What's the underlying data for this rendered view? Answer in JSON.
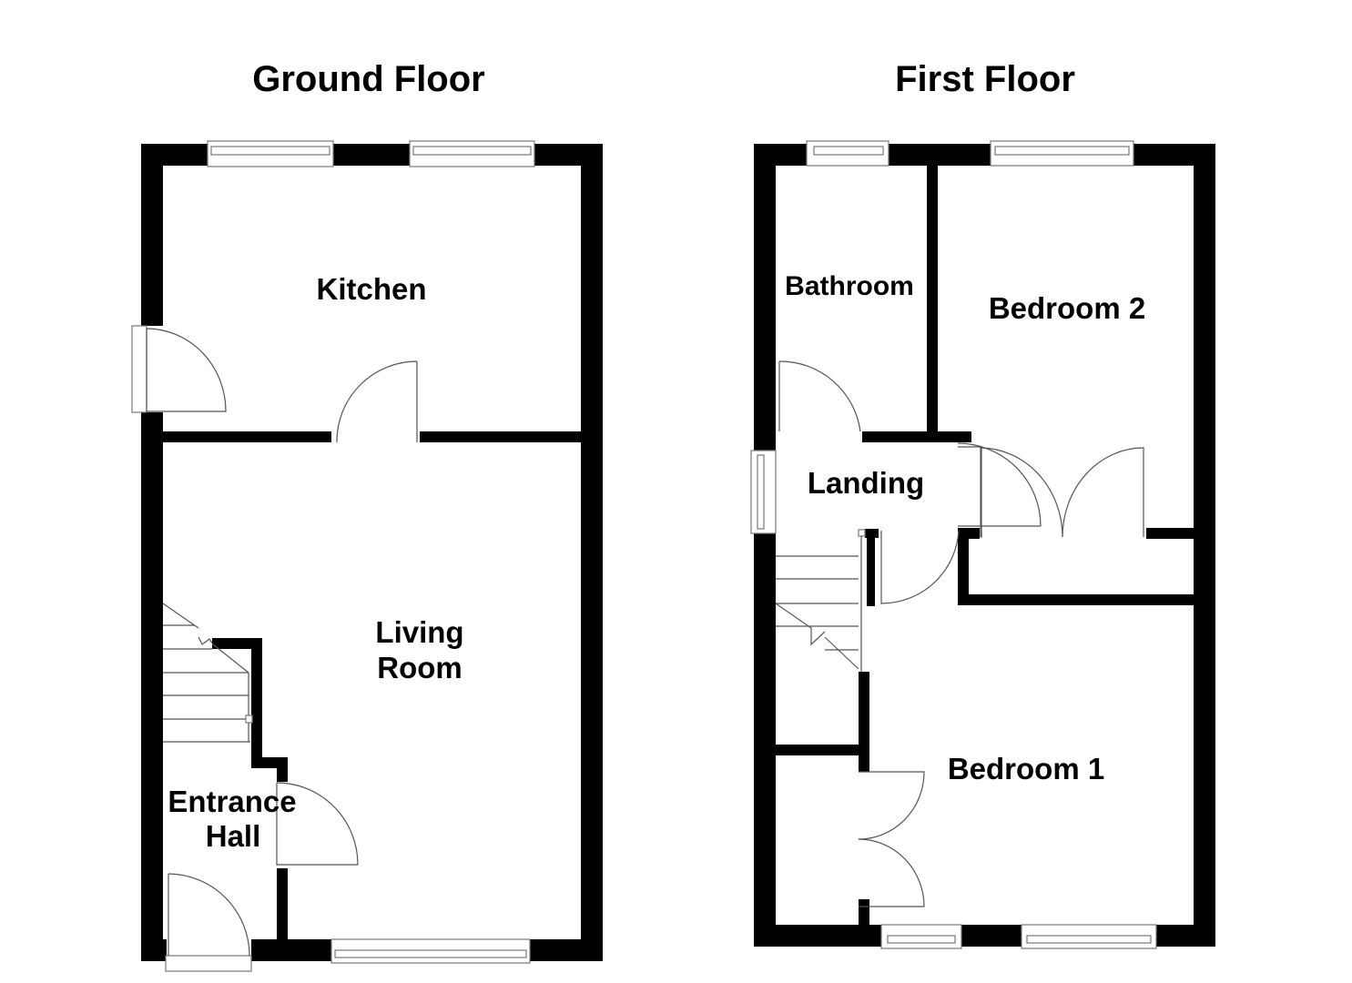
{
  "plans": {
    "ground_floor": {
      "title": "Ground Floor",
      "rooms": {
        "kitchen": "Kitchen",
        "living_room_line1": "Living",
        "living_room_line2": "Room",
        "entrance_hall_line1": "Entrance",
        "entrance_hall_line2": "Hall"
      }
    },
    "first_floor": {
      "title": "First Floor",
      "rooms": {
        "bathroom": "Bathroom",
        "bedroom_2": "Bedroom 2",
        "landing": "Landing",
        "bedroom_1": "Bedroom 1"
      }
    }
  },
  "colors": {
    "wall": "#000000",
    "fixture_line": "#555555",
    "background": "#ffffff"
  }
}
